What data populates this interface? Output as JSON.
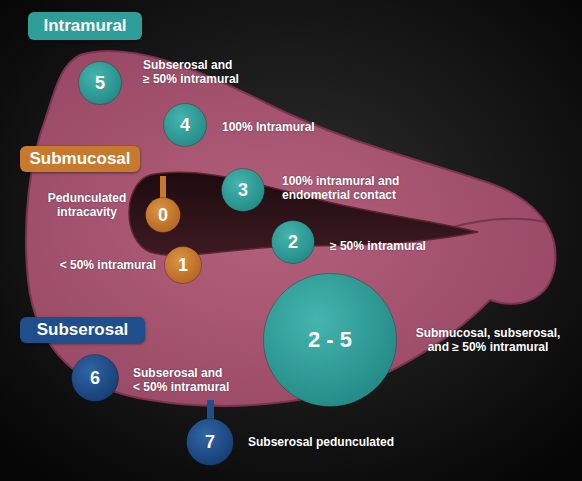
{
  "diagram": {
    "nodes": [
      {
        "text": [
          "Intramural"
        ]
      },
      {
        "text": [
          "5",
          "Subserosal and ≥ 50% intramural"
        ]
      },
      {
        "text": [
          "4",
          "100% Intramural"
        ]
      },
      {
        "text": [
          "Submucosal"
        ]
      },
      {
        "text": [
          "3",
          "100% intramural and endometrial contact"
        ]
      },
      {
        "text": [
          "0",
          "Pedunculated intracavity"
        ]
      },
      {
        "text": [
          "2",
          "≥ 50% intramural"
        ]
      },
      {
        "text": [
          "1",
          "< 50% intramural"
        ]
      },
      {
        "text": [
          "Subserosal"
        ]
      },
      {
        "text": [
          "2 - 5",
          "Submucosal, subserosal, and ≥ 50% intramural"
        ]
      },
      {
        "text": [
          "6",
          "Subserosal and < 50% intramural"
        ]
      },
      {
        "text": [
          "7",
          "Subserosal pedunculated"
        ]
      }
    ]
  }
}
